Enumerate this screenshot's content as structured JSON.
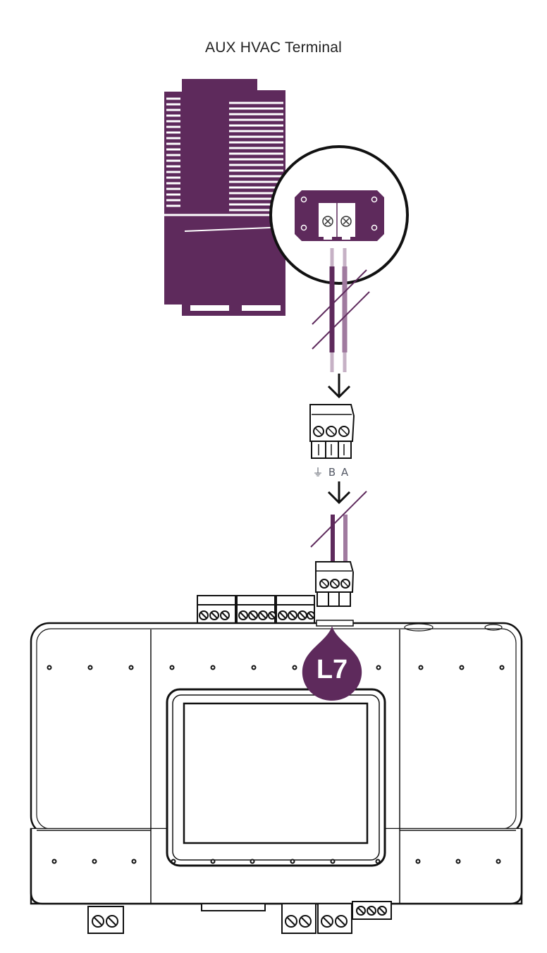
{
  "diagram": {
    "title": "AUX HVAC Terminal",
    "terminal_labels": {
      "ground": "⏚",
      "b": "B",
      "a": "A"
    },
    "port_badge": "L7",
    "colors": {
      "accent": "#5e2a5c",
      "wire_light": "#a07a9f",
      "wire_faded": "#c6b1c5",
      "outline": "#1a1a1a"
    }
  }
}
